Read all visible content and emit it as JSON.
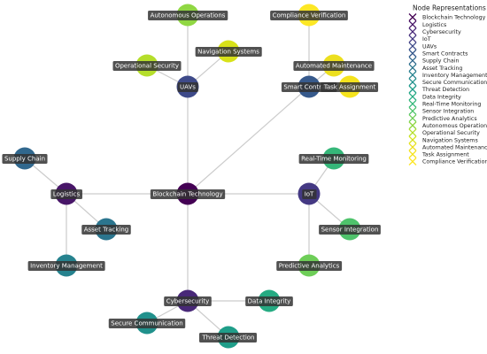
{
  "legend": {
    "title": "Node Representations",
    "items": [
      {
        "id": "bt",
        "label": "Blockchain Technology",
        "color": "#440154"
      },
      {
        "id": "log",
        "label": "Logistics",
        "color": "#481668"
      },
      {
        "id": "cyb",
        "label": "Cybersecurity",
        "color": "#482878"
      },
      {
        "id": "iot",
        "label": "IoT",
        "color": "#443983"
      },
      {
        "id": "uav",
        "label": "UAVs",
        "color": "#3e4a89"
      },
      {
        "id": "sc",
        "label": "Smart Contracts",
        "color": "#375a8c"
      },
      {
        "id": "sup",
        "label": "Supply Chain",
        "color": "#31688e"
      },
      {
        "id": "at",
        "label": "Asset Tracking",
        "color": "#2b758e"
      },
      {
        "id": "im",
        "label": "Inventory Management",
        "color": "#26828e"
      },
      {
        "id": "sec",
        "label": "Secure Communication",
        "color": "#21918c"
      },
      {
        "id": "td",
        "label": "Threat Detection",
        "color": "#1f9e89"
      },
      {
        "id": "di",
        "label": "Data Integrity",
        "color": "#25ab82"
      },
      {
        "id": "rtm",
        "label": "Real-Time Monitoring",
        "color": "#35b779"
      },
      {
        "id": "si",
        "label": "Sensor Integration",
        "color": "#4ec36b"
      },
      {
        "id": "pa",
        "label": "Predictive Analytics",
        "color": "#6ece58"
      },
      {
        "id": "ao",
        "label": "Autonomous Operations",
        "color": "#90d743"
      },
      {
        "id": "os",
        "label": "Operational Security",
        "color": "#b5de2b"
      },
      {
        "id": "ns",
        "label": "Navigation Systems",
        "color": "#d8e219"
      },
      {
        "id": "am",
        "label": "Automated Maintenance",
        "color": "#ecdf1f"
      },
      {
        "id": "ta",
        "label": "Task Assignment",
        "color": "#f5e31c"
      },
      {
        "id": "cv",
        "label": "Compliance Verification",
        "color": "#fde725"
      }
    ]
  },
  "nodes": [
    {
      "id": "bt",
      "label": "Blockchain Technology",
      "color": "#440154"
    },
    {
      "id": "log",
      "label": "Logistics",
      "color": "#481668"
    },
    {
      "id": "cyb",
      "label": "Cybersecurity",
      "color": "#482878"
    },
    {
      "id": "iot",
      "label": "IoT",
      "color": "#443983"
    },
    {
      "id": "uav",
      "label": "UAVs",
      "color": "#3e4a89"
    },
    {
      "id": "sc",
      "label": "Smart Contracts",
      "color": "#375a8c"
    },
    {
      "id": "sup",
      "label": "Supply Chain",
      "color": "#31688e"
    },
    {
      "id": "at",
      "label": "Asset Tracking",
      "color": "#2b758e"
    },
    {
      "id": "im",
      "label": "Inventory Management",
      "color": "#26828e"
    },
    {
      "id": "sec",
      "label": "Secure Communication",
      "color": "#21918c"
    },
    {
      "id": "td",
      "label": "Threat Detection",
      "color": "#1f9e89"
    },
    {
      "id": "di",
      "label": "Data Integrity",
      "color": "#25ab82"
    },
    {
      "id": "rtm",
      "label": "Real-Time Monitoring",
      "color": "#35b779"
    },
    {
      "id": "si",
      "label": "Sensor Integration",
      "color": "#4ec36b"
    },
    {
      "id": "pa",
      "label": "Predictive Analytics",
      "color": "#6ece58"
    },
    {
      "id": "ao",
      "label": "Autonomous Operations",
      "color": "#90d743"
    },
    {
      "id": "os",
      "label": "Operational Security",
      "color": "#b5de2b"
    },
    {
      "id": "ns",
      "label": "Navigation Systems",
      "color": "#d8e219"
    },
    {
      "id": "am",
      "label": "Automated Maintenance",
      "color": "#ecdf1f"
    },
    {
      "id": "ta",
      "label": "Task Assignment",
      "color": "#f5e31c"
    },
    {
      "id": "cv",
      "label": "Compliance Verification",
      "color": "#fde725"
    }
  ],
  "edges": [
    [
      "bt",
      "log"
    ],
    [
      "bt",
      "cyb"
    ],
    [
      "bt",
      "iot"
    ],
    [
      "bt",
      "uav"
    ],
    [
      "bt",
      "sc"
    ],
    [
      "log",
      "sup"
    ],
    [
      "log",
      "at"
    ],
    [
      "log",
      "im"
    ],
    [
      "cyb",
      "sec"
    ],
    [
      "cyb",
      "td"
    ],
    [
      "cyb",
      "di"
    ],
    [
      "iot",
      "rtm"
    ],
    [
      "iot",
      "si"
    ],
    [
      "iot",
      "pa"
    ],
    [
      "uav",
      "ao"
    ],
    [
      "uav",
      "os"
    ],
    [
      "uav",
      "ns"
    ],
    [
      "sc",
      "am"
    ],
    [
      "sc",
      "ta"
    ],
    [
      "sc",
      "cv"
    ]
  ]
}
